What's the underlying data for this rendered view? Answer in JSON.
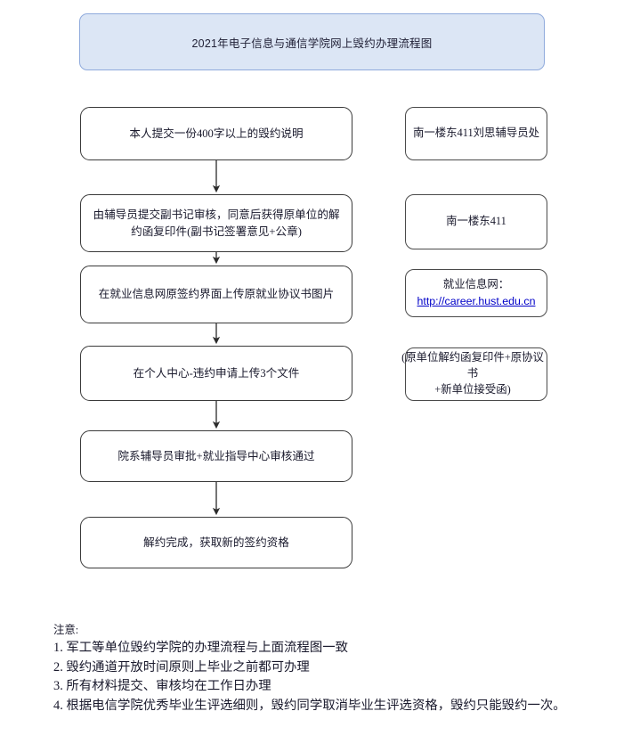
{
  "document": {
    "title": "2021年电子信息与通信学院网上毁约办理流程图"
  },
  "flow": {
    "steps": [
      {
        "id": "step-1",
        "label": "本人提交一份400字以上的毁约说明"
      },
      {
        "id": "step-2",
        "label": "由辅导员提交副书记审核，同意后获得原单位的解约函复印件(副书记签署意见+公章)"
      },
      {
        "id": "step-3",
        "label": "在就业信息网原签约界面上传原就业协议书图片"
      },
      {
        "id": "step-4",
        "label": "在个人中心-违约申请上传3个文件"
      },
      {
        "id": "step-5",
        "label": "院系辅导员审批+就业指导中心审核通过"
      },
      {
        "id": "step-6",
        "label": "解约完成，获取新的签约资格"
      }
    ]
  },
  "notes": {
    "items": [
      {
        "id": "note-1",
        "label": "南一楼东411刘思辅导员处"
      },
      {
        "id": "note-2",
        "label": "南一楼东411"
      },
      {
        "id": "note-3",
        "label": "就业信息网：",
        "url": "http://career.hust.edu.cn"
      },
      {
        "id": "note-4",
        "label": "(原单位解约函复印件+原协议书\n+新单位接受函)"
      }
    ]
  },
  "footer": {
    "heading": "注意:",
    "lines": [
      "1. 军工等单位毁约学院的办理流程与上面流程图一致",
      "2. 毁约通道开放时间原则上毕业之前都可办理",
      "3. 所有材料提交、审核均在工作日办理",
      "4. 根据电信学院优秀毕业生评选细则，毁约同学取消毕业生评选资格，毁约只能毁约一次。"
    ]
  },
  "colors": {
    "banner_fill": "#dce6f5",
    "banner_border": "#8faadc",
    "box_border": "#3a3a3a",
    "text": "#19192c",
    "link": "#0000c8"
  }
}
